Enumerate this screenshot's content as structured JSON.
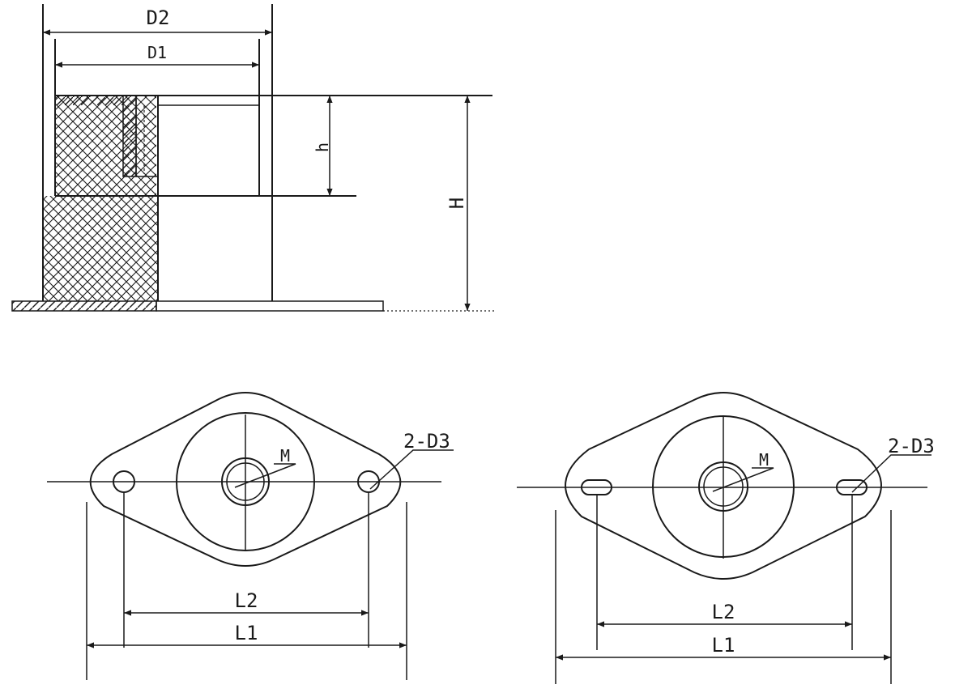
{
  "section_view": {
    "labels": {
      "d2": "D2",
      "d1": "D1",
      "h_small": "h",
      "h_big": "H"
    }
  },
  "plan_round_holes": {
    "labels": {
      "thread": "M",
      "holes": "2-D3",
      "l2": "L2",
      "l1": "L1"
    }
  },
  "plan_slotted_holes": {
    "labels": {
      "thread": "M",
      "holes": "2-D3",
      "l2": "L2",
      "l1": "L1"
    }
  }
}
